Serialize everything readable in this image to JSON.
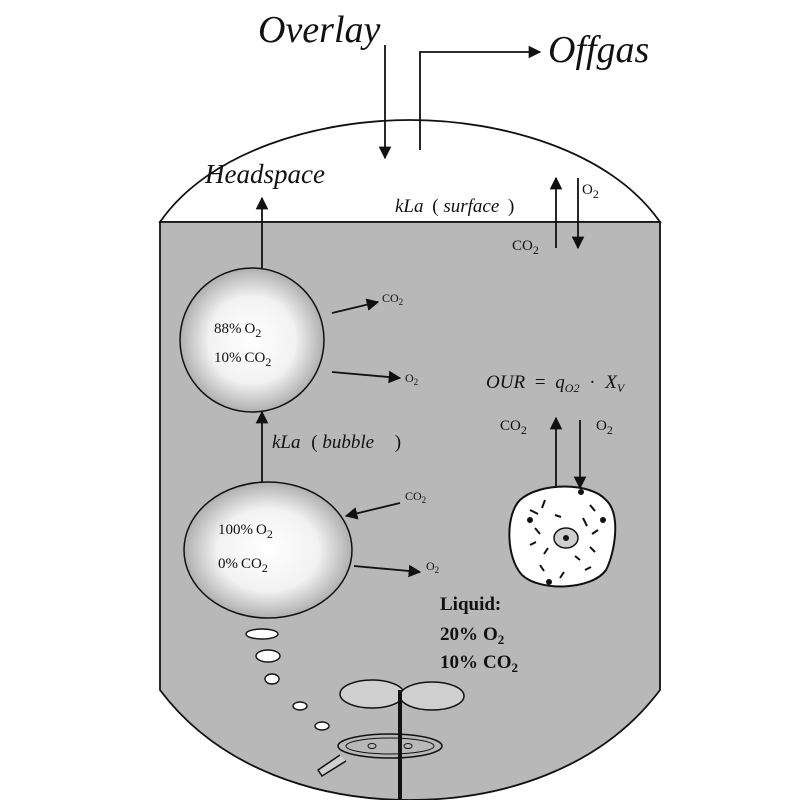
{
  "labels": {
    "overlay": "Overlay",
    "offgas": "Offgas",
    "headspace": "Headspace",
    "kla_surface_a": "kLa",
    "kla_surface_b": "(",
    "kla_surface_c": "surface",
    "kla_surface_d": ")",
    "kla_bubble_a": "kLa",
    "kla_bubble_b": "(",
    "kla_bubble_c": "bubble",
    "kla_bubble_d": ")",
    "our_lhs": "OUR",
    "our_eq": "=",
    "our_q": "q",
    "our_q_sub": "O2",
    "our_dot": "·",
    "our_x": "X",
    "our_x_sub": "V"
  },
  "gas": {
    "co2_base": "CO",
    "o2_base": "O",
    "sub2": "2"
  },
  "bubble_top": {
    "line1_pct": "88%",
    "line2_pct": "10%"
  },
  "bubble_bottom": {
    "line1_pct": "100%",
    "line2_pct": "0%"
  },
  "liquid": {
    "title": "Liquid:",
    "line1_pct": "20%",
    "line2_pct": "10%"
  },
  "colors": {
    "liquid": "#b8b8b8",
    "headspace": "#ffffff",
    "line": "#111111"
  }
}
